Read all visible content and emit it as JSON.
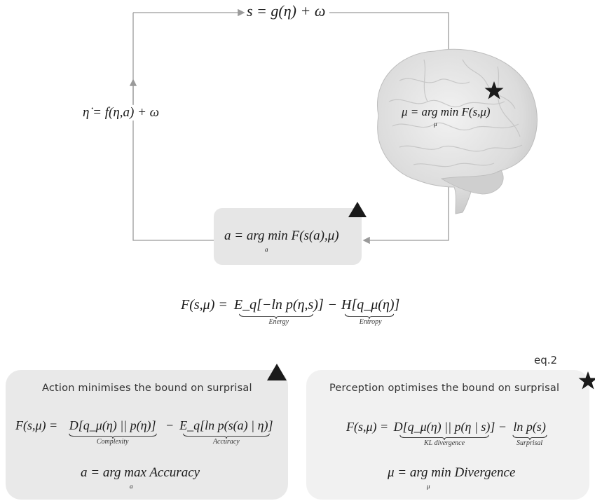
{
  "loop": {
    "sensation_eq": "s = g(η) + ω",
    "dynamics_eq": "η̇ = f(η,a) + ω",
    "perception_eq": "μ = arg min F(s,μ)",
    "perception_sub": "μ",
    "action_eq": "a = arg min F(s(a),μ)",
    "action_sub": "a"
  },
  "free_energy": {
    "lhs": "F(s,μ) =",
    "energy_term": "E_q[−ln p(η,s)]",
    "energy_label": "Energy",
    "entropy_term": "H[q_μ(η)]",
    "entropy_label": "Entropy"
  },
  "eq_label": "eq.2",
  "action_panel": {
    "title": "Action minimises the bound on surprisal",
    "eq_lhs": "F(s,μ) =",
    "term1": "D[q_μ(η) || p(η)]",
    "term1_label": "Complexity",
    "term2": "E_q[ln p(s(a) | η)]",
    "term2_label": "Accuracy",
    "result": "a = arg max Accuracy",
    "result_sub": "a"
  },
  "perception_panel": {
    "title": "Perception optimises the bound on surprisal",
    "eq_lhs": "F(s,μ) =",
    "term1": "D[q_μ(η) || p(η | s)]",
    "term1_label": "KL divergence",
    "term2": "ln p(s)",
    "term2_label": "Surprisal",
    "result": "μ = arg min Divergence",
    "result_sub": "μ"
  },
  "colors": {
    "line": "#9a9a9a",
    "action_box": "#e6e6e6",
    "action_panel": "#e9e9e9",
    "perception_panel": "#f1f1f1",
    "marker": "#1a1a1a"
  },
  "markers": {
    "triangle": "triangle-marker",
    "star": "star-marker"
  }
}
